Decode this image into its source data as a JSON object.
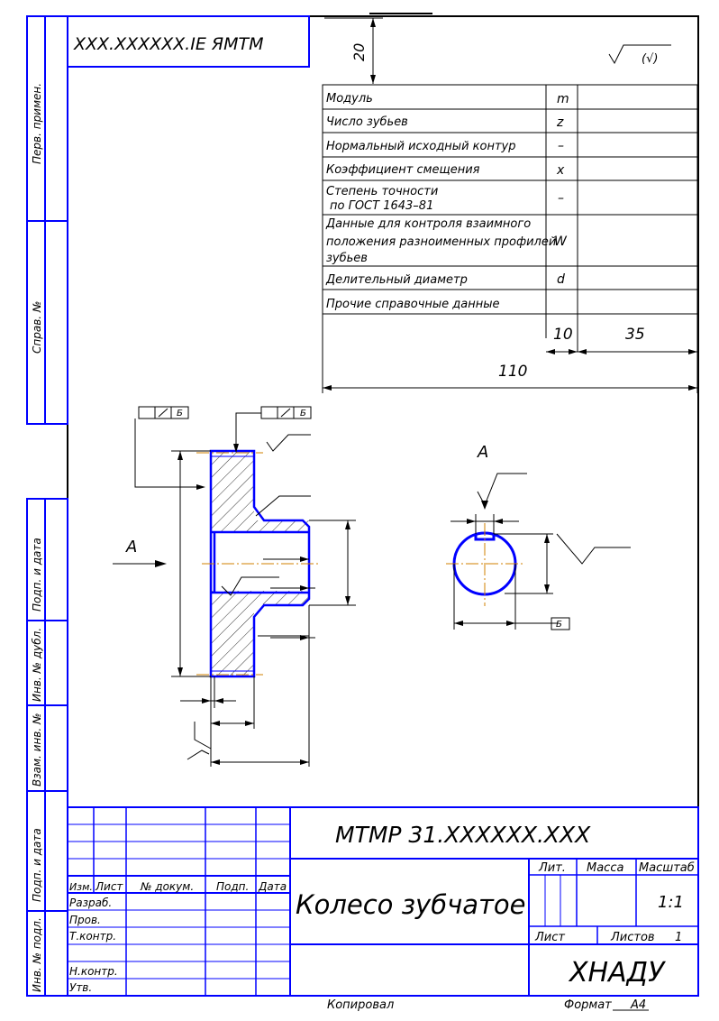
{
  "stamp_top": "XXX.XXXXXX.IE ЯMТM",
  "sheet_dims": {
    "dim_20": "20",
    "dim_10": "10",
    "dim_35": "35",
    "dim_110": "110"
  },
  "roughness_note": "(√)",
  "params_table": {
    "rows": [
      {
        "name": "Модуль",
        "symbol": "m"
      },
      {
        "name": "Число зубьев",
        "symbol": "z"
      },
      {
        "name": "Нормальный исходный контур",
        "symbol": "–"
      },
      {
        "name": "Коэффициент смещения",
        "symbol": "x"
      },
      {
        "name": "Степень точности",
        "name2": "по ГОСТ 1643–81",
        "symbol": "–"
      },
      {
        "name": "Данные для контроля взаимного",
        "name2": "положения разноименных профилей",
        "name3": "зубьев",
        "symbol": "W"
      },
      {
        "name": "Делительный диаметр",
        "symbol": "d"
      },
      {
        "name": "Прочие справочные данные",
        "symbol": ""
      }
    ]
  },
  "drawing": {
    "view_a_label": "A",
    "view_a_arrow_label": "A",
    "datum_b": "Б",
    "datum_b2": "Б",
    "datum_b3": "Б"
  },
  "side_strip": {
    "perv_primen": "Перв. примен.",
    "sprav_no": "Справ. №",
    "podp_data_1": "Подп. и дата",
    "inv_dubl": "Инв. № дубл.",
    "vzam_inv": "Взам. инв. №",
    "podp_data_2": "Подп. и дата",
    "inv_podl": "Инв. № подл."
  },
  "title_block": {
    "doc_code": "МТМР 31.XXXXXX.XXX",
    "part_name": "Колесо зубчатое",
    "organization": "ХНАДУ",
    "col_izm": "Изм.",
    "col_list": "Лист",
    "col_docum": "№ докум.",
    "col_podp": "Подп.",
    "col_data": "Дата",
    "razrab": "Разраб.",
    "prov": "Пров.",
    "tkontr": "Т.контр.",
    "nkontr": "Н.контр.",
    "utv": "Утв.",
    "lit": "Лит.",
    "massa": "Масса",
    "masshtab": "Масштаб",
    "scale_value": "1:1",
    "list_label": "Лист",
    "listov_label": "Листов",
    "listov_value": "1"
  },
  "footer": {
    "kopiroval": "Копировал",
    "format_label": "Формат",
    "format_value": "A4"
  }
}
